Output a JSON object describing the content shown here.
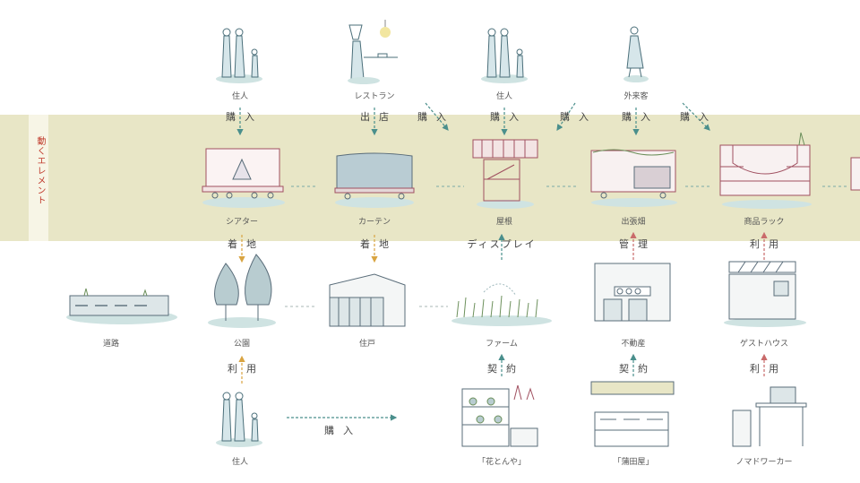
{
  "band_title": "動くエレメント",
  "colors": {
    "band": "#e8e6c6",
    "title": "#c0392b",
    "arrow_teal": "#4a8f8c",
    "arrow_orange": "#d9a441",
    "arrow_red": "#c96a6a"
  },
  "top_row": {
    "person1": "住人",
    "restaurant": "レストラン",
    "person2": "住人",
    "visitor": "外来客"
  },
  "band_items": {
    "theater": "シアター",
    "curtain": "カーテン",
    "roof": "屋根",
    "field": "出張畑",
    "rack": "商品ラック"
  },
  "ground_row": {
    "road": "道路",
    "park": "公園",
    "house": "住戸",
    "farm": "ファーム",
    "realestate": "不動産",
    "guesthouse": "ゲストハウス"
  },
  "bottom_row": {
    "person": "住人",
    "flower": "「花とんや」",
    "kamata": "「蒲田屋」",
    "nomad": "ノマドワーカー"
  },
  "relations": {
    "buy_1": "購入",
    "shop": "出店",
    "buy_2": "購入",
    "buy_3": "購入",
    "buy_4": "購入",
    "buy_5": "購入",
    "buy_6": "購入",
    "land_1": "着地",
    "land_2": "着地",
    "display": "ディスプレイ",
    "manage": "管理",
    "use_1": "利用",
    "use_2": "利用",
    "contract_1": "契約",
    "contract_2": "契約",
    "use_3": "利用",
    "buy_bottom": "購入"
  }
}
